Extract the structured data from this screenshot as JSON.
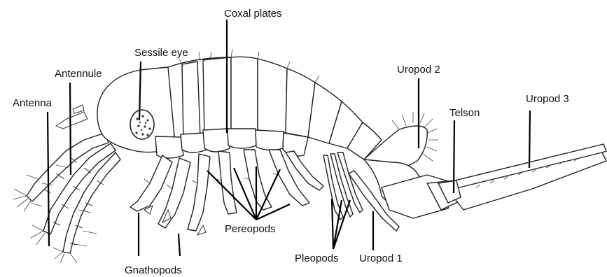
{
  "labels": {
    "antenna": "Antenna",
    "antennule": "Antennule",
    "sessile_eye": "Sessile eye",
    "coxal_plates": "Coxal plates",
    "uropod_2": "Uropod 2",
    "telson": "Telson",
    "uropod_3": "Uropod 3",
    "pereopods": "Pereopods",
    "gnathopods": "Gnathopods",
    "pleopods": "Pleopods",
    "uropod_1": "Uropod 1"
  },
  "colors": {
    "background": "#ffffff",
    "ink": "#111111"
  }
}
